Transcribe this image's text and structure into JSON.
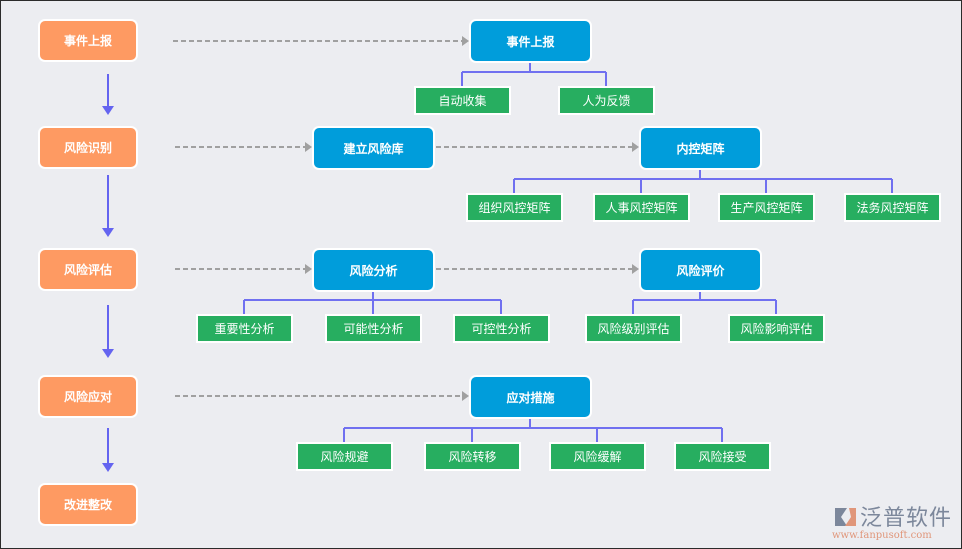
{
  "steps": [
    "事件上报",
    "风险识别",
    "风险评估",
    "风险应对",
    "改进整改"
  ],
  "nodes": {
    "report": {
      "label": "事件上报",
      "children": [
        "自动收集",
        "人为反馈"
      ]
    },
    "risk_library": {
      "label": "建立风险库"
    },
    "control_matrix": {
      "label": "内控矩阵",
      "children": [
        "组织风控矩阵",
        "人事风控矩阵",
        "生产风控矩阵",
        "法务风控矩阵"
      ]
    },
    "risk_analysis": {
      "label": "风险分析",
      "children": [
        "重要性分析",
        "可能性分析",
        "可控性分析"
      ]
    },
    "risk_evaluation": {
      "label": "风险评价",
      "children": [
        "风险级别评估",
        "风险影响评估"
      ]
    },
    "response": {
      "label": "应对措施",
      "children": [
        "风险规避",
        "风险转移",
        "风险缓解",
        "风险接受"
      ]
    }
  },
  "logo": {
    "name": "泛普软件",
    "url": "www.fanpusoft.com"
  },
  "colors": {
    "step": "#fe9a62",
    "node": "#009ddb",
    "leaf": "#27ae60",
    "flow_arrow": "#6464f0",
    "dashed_arrow": "#a0a0a0",
    "connector": "#7070f0"
  }
}
